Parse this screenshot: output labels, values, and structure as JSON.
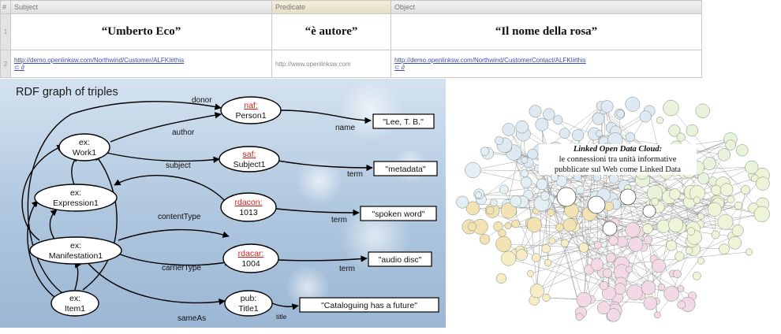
{
  "table": {
    "headers": [
      "#",
      "Subject",
      "Predicate",
      "Object"
    ],
    "rows": [
      {
        "num": "1",
        "subject": "“Umberto Eco”",
        "predicate": "“è autore”",
        "object": "“Il nome della rosa”"
      },
      {
        "num": "2",
        "subject": "http://demo.openlinksw.com/Northwind/Customer/ALFKI#this",
        "subject_extra": "⊂ ∂",
        "predicate": "http://www.openlinksw.com",
        "object": "http://demo.openlinksw.com/Northwind/CustomerContact/ALFKI#this",
        "object_extra": "⊂ ∂"
      }
    ]
  },
  "rdf_graph": {
    "title": "RDF graph of triples",
    "nodes": {
      "person": [
        "naf:",
        "Person1"
      ],
      "work": [
        "ex:",
        "Work1"
      ],
      "subject": [
        "saf:",
        "Subject1"
      ],
      "expression": [
        "ex:",
        "Expression1"
      ],
      "rdacon": [
        "rdacon:",
        "1013"
      ],
      "manifestation": [
        "ex:",
        "Manifestation1"
      ],
      "rdacar": [
        "rdacar:",
        "1004"
      ],
      "item": [
        "ex:",
        "Item1"
      ],
      "pub": [
        "pub:",
        "Title1"
      ]
    },
    "literals": {
      "name_value": "\"Lee, T. B.\"",
      "term_metadata": "\"metadata\"",
      "term_spoken": "\"spoken word\"",
      "term_audio": "\"audio disc\"",
      "title_value": "\"Cataloguing has a future\""
    },
    "edge_labels": {
      "donor": "donor",
      "author": "author",
      "name": "name",
      "subject": "subject",
      "term1": "term",
      "content_type": "contentType",
      "term2": "term",
      "carrier_type": "carrierType",
      "term3": "term",
      "same_as": "sameAs",
      "title": "title"
    }
  },
  "lod_cloud": {
    "caption_title": "Linked Open Data Cloud:",
    "caption_line1": "le connessioni tra unità informative",
    "caption_line2": "pubblicate sul Web come Linked Data"
  }
}
